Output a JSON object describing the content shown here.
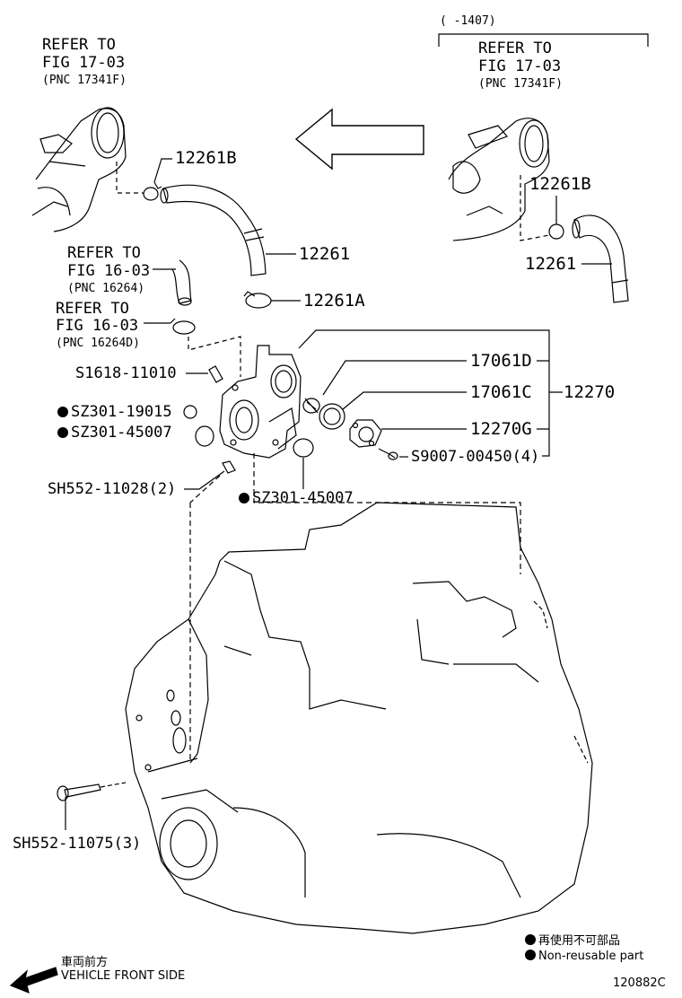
{
  "diagram": {
    "refer_top_left": {
      "line1": "REFER TO",
      "line2": "FIG 17-03",
      "pnc": "(PNC 17341F)"
    },
    "refer_top_right": {
      "range": "(    -1407)",
      "line1": "REFER TO",
      "line2": "FIG 17-03",
      "pnc": "(PNC 17341F)"
    },
    "refer_mid_1": {
      "line1": "REFER TO",
      "line2": "FIG 16-03",
      "pnc": "(PNC 16264)"
    },
    "refer_mid_2": {
      "line1": "REFER TO",
      "line2": "FIG 16-03",
      "pnc": "(PNC 16264D)"
    },
    "parts": {
      "p12261B": "12261B",
      "p12261": "12261",
      "p12261A": "12261A",
      "p12261B_r": "12261B",
      "p12261_r": "12261",
      "p17061D": "17061D",
      "p17061C": "17061C",
      "p12270": "12270",
      "p12270G": "12270G",
      "pS9007": "S9007-00450(4)",
      "pS1618": "S1618-11010",
      "pSZ19015": "SZ301-19015",
      "pSZ45007a": "SZ301-45007",
      "pSZ45007b": "SZ301-45007",
      "pSH11028": "SH552-11028(2)",
      "pSH11075": "SH552-11075(3)"
    },
    "legend": {
      "jp": "再使用不可部品",
      "en": "Non-reusable part"
    },
    "front": {
      "jp": "車両前方",
      "en": "VEHICLE FRONT SIDE"
    },
    "fig_id": "120882C"
  }
}
